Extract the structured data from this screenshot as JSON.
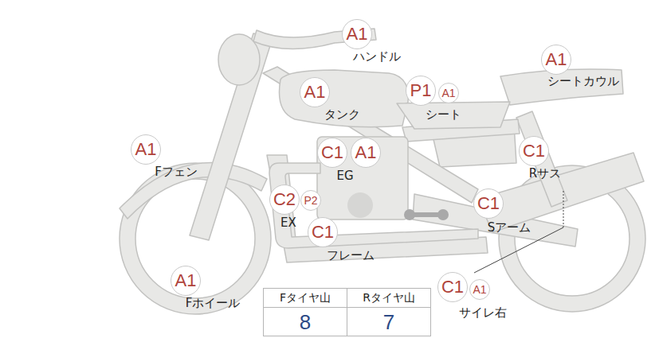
{
  "diagram": {
    "nodes": [
      {
        "text": [
          "A1"
        ]
      },
      {
        "text": [
          "A1"
        ]
      },
      {
        "text": [
          "A1"
        ]
      },
      {
        "text": [
          "P1"
        ]
      },
      {
        "text": [
          "A1"
        ]
      },
      {
        "text": [
          "A1"
        ]
      },
      {
        "text": [
          "C1"
        ]
      },
      {
        "text": [
          "A1"
        ]
      },
      {
        "text": [
          "C1"
        ]
      },
      {
        "text": [
          "C2"
        ]
      },
      {
        "text": [
          "P2"
        ]
      },
      {
        "text": [
          "C1"
        ]
      },
      {
        "text": [
          "C1"
        ]
      },
      {
        "text": [
          "A1"
        ]
      },
      {
        "text": [
          "C1"
        ]
      },
      {
        "text": [
          "A1"
        ]
      }
    ],
    "edges": [],
    "labels": [
      "ハンドル",
      "シートカウル",
      "タンク",
      "シート",
      "Fフェン",
      "EG",
      "Rサス",
      "EX",
      "Sアーム",
      "フレーム",
      "Fホイール",
      "サイレ右",
      "Fタイヤ山",
      "Rタイヤ山",
      "8",
      "7"
    ]
  }
}
